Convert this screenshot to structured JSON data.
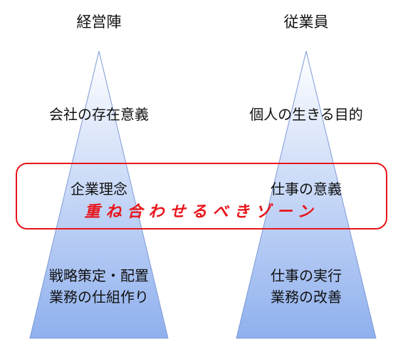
{
  "diagram": {
    "colors": {
      "triangle_top": "#ffffff",
      "triangle_bottom": "#8fb0ee",
      "triangle_stroke": "#7d9ad6",
      "zone_accent": "#e8151b",
      "text": "#111111"
    },
    "management": {
      "title": "経営陣",
      "level1": "会社の存在意義",
      "level2": "企業理念",
      "level3_line1": "戦略策定・配置",
      "level3_line2": "業務の仕組作り"
    },
    "employees": {
      "title": "従業員",
      "level1": "個人の生きる目的",
      "level2": "仕事の意義",
      "level3_line1": "仕事の実行",
      "level3_line2": "業務の改善"
    },
    "zone": {
      "label": "重ね合わせるべきゾーン"
    }
  }
}
